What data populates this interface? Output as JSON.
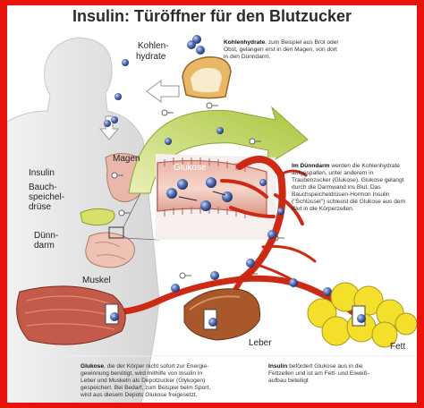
{
  "title": "Insulin: Türöffner für den Blutzucker",
  "labels": {
    "kohlenhydrate_1": "Kohlen-",
    "kohlenhydrate_2": "hydrate",
    "magen": "Magen",
    "insulin": "Insulin",
    "bauch_1": "Bauch-",
    "bauch_2": "speichel-",
    "bauch_3": "drüse",
    "duenn_1": "Dünn-",
    "duenn_2": "darm",
    "glukose": "Glukose",
    "muskel": "Muskel",
    "leber": "Leber",
    "fett": "Fett"
  },
  "text_kohlenhydrate": {
    "bold": "Kohlenhydrate",
    "lines": [
      ", zum Beispiel aus Brot oder",
      "Obst, gelangen erst in den Magen, von dort",
      "in den Dünndarm."
    ]
  },
  "text_duenndarm": {
    "bold": "Im Dünndarm",
    "lines": [
      " werden die Kohlenhydrate",
      "aufgespalten, unter anderem in",
      "Traubenzucker (Glukose). Glukose gelangt",
      "durch die Darmwand ins Blut. Das",
      "Bauchspeicheldrüsen-Hormon Insulin",
      "(\"Schlüssel\") schleust die Glukose aus dem",
      "Blut in die Körperzellen."
    ]
  },
  "text_glukose": {
    "bold": "Glukose",
    "lines": [
      ", die der Körper nicht sofort zur Energie-",
      "gewinnung benötigt, wird mithilfe von Insulin in",
      "Leber und Muskeln als Depotzucker (Glykogen)",
      "gespeichert. Bei Bedarf, zum Beispiel beim Sport,",
      "wird aus diesem Depots Glukose freigesetzt."
    ]
  },
  "text_insulin": {
    "bold": "Insulin",
    "lines": [
      " befördert Glukose aus in die",
      "Fettzellen und ist am Fett- und Eiweiß-",
      "aufbau beteiligt"
    ]
  },
  "colors": {
    "frame": "#e8140c",
    "blood": "#cc2a14",
    "glucose": "#4f6fb4",
    "arrow": "#c6d96a",
    "body": "#e4e4e4",
    "liver": "#a8582a",
    "fat": "#f4e02a",
    "muscle": "#c45a4a"
  }
}
